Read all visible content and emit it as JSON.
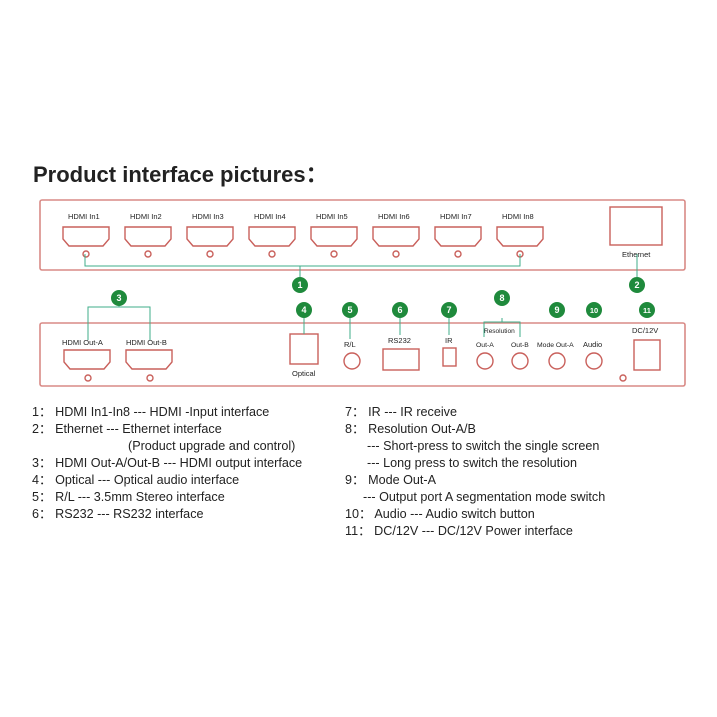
{
  "title": "Product interface pictures：",
  "top_panel": {
    "hdmi_inputs": [
      "HDMI In1",
      "HDMI In2",
      "HDMI In3",
      "HDMI In4",
      "HDMI In5",
      "HDMI In6",
      "HDMI In7",
      "HDMI In8"
    ],
    "ethernet_label": "Ethernet"
  },
  "bottom_panel": {
    "hdmi_out_a": "HDMI Out-A",
    "hdmi_out_b": "HDMI Out-B",
    "optical": "Optical",
    "rl": "R/L",
    "rs232": "RS232",
    "ir": "IR",
    "resolution": "Resolution",
    "out_a": "Out-A",
    "out_b": "Out-B",
    "mode_out_a": "Mode Out-A",
    "audio": "Audio",
    "dc": "DC/12V"
  },
  "badges": [
    "1",
    "2",
    "3",
    "4",
    "5",
    "6",
    "7",
    "8",
    "9",
    "10",
    "11"
  ],
  "legend_left": [
    "1： HDMI In1-In8 --- HDMI -Input interface",
    "2： Ethernet --- Ethernet interface",
    "(Product upgrade and control)",
    "3： HDMI Out-A/Out-B --- HDMI output interface",
    "4： Optical --- Optical audio interface",
    "5： R/L --- 3.5mm Stereo interface",
    "6： RS232 --- RS232 interface"
  ],
  "legend_right": [
    "7： IR --- IR receive",
    "8： Resolution Out-A/B",
    "--- Short-press to switch the single screen",
    "--- Long press to switch the resolution",
    "9： Mode Out-A",
    "--- Output port A segmentation mode switch",
    "10： Audio --- Audio switch button",
    "11： DC/12V --- DC/12V Power interface"
  ]
}
